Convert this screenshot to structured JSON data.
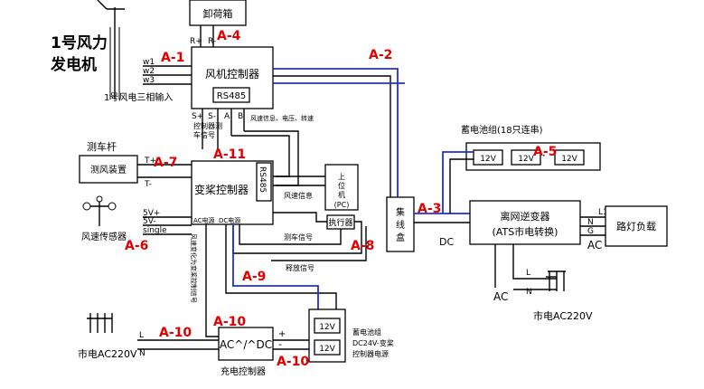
{
  "title": "1号风力\n发电机",
  "boxes": {
    "dump_load": "卸荷箱",
    "wind_controller": "风机控制器",
    "rs485_a": "RS485",
    "inverter_controller": "变桨控制器",
    "rs485_b": "RS485",
    "pc": "上位机(PC)",
    "actuator": "执行器",
    "anemometer_pole": "测风装置",
    "combiner": "集线盒",
    "grid_inverter": "离网逆变器\n(ATS市电转换)",
    "street_light_load": "路灯负载",
    "acdc": "AC^/^DC",
    "battery_group_top": "蓄电池组(18只连串)"
  },
  "labels": {
    "wind_input": "1号风电三相输入",
    "w1": "w1",
    "w2": "w2",
    "w3": "w3",
    "r_plus": "R+",
    "r_minus": "R-",
    "s_plus": "S+",
    "s_minus": "S-",
    "a": "A",
    "b": "B",
    "t_plus": "T+",
    "t_minus": "T-",
    "ctrl_signal": "控制器测\n车信号",
    "wind_speed_signal": "风速信息、电压、转速",
    "wind_measure": "测车杆",
    "wind_sensor": "风速传感器",
    "v5p": "5V+",
    "v5m": "5V-",
    "single": "single",
    "ac_power": "AC电源",
    "dc_power": "DC电源",
    "pitch_signal": "测车信号",
    "release_signal": "释放信号",
    "wind_info": "风速信息",
    "dc": "DC",
    "l1": "L1",
    "n1": "N",
    "g": "G",
    "ac1": "AC",
    "l2": "L",
    "n2": "N",
    "ac2": "AC",
    "grid1": "市电AC220V",
    "grid2": "市电AC220V",
    "l3": "L",
    "n3": "N",
    "plus": "+",
    "minus": "-",
    "battery_v": "12V",
    "battery_desc": "蓄电池组\nDC24V-变桨\n控制器电源",
    "charger": "充电控制器",
    "vertical_note": "风速变化为变桨控制信号"
  },
  "codes": [
    "A-1",
    "A-2",
    "A-3",
    "A-4",
    "A-5",
    "A-6",
    "A-7",
    "A-8",
    "A-9",
    "A-10",
    "A-10",
    "A-10",
    "A-11"
  ],
  "colors": {
    "code_red": "#e00000",
    "wire_blue": "#1f2fd8",
    "ink": "#000000"
  }
}
